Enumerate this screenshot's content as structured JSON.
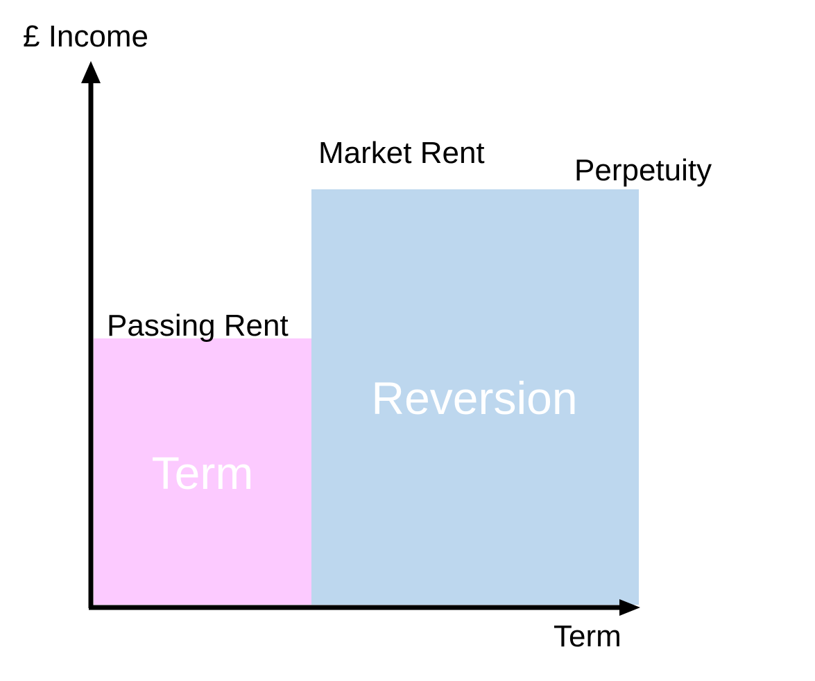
{
  "axes": {
    "y_label": "£ Income",
    "x_label": "Term"
  },
  "blocks": {
    "term": {
      "name": "Term",
      "level_label": "Passing Rent",
      "color": "#fccaff"
    },
    "reversion": {
      "name": "Reversion",
      "level_label": "Market Rent",
      "end_label": "Perpetuity",
      "color": "#bdd7ee"
    }
  },
  "colors": {
    "axis": "#000000",
    "region_text": "#ffffff"
  }
}
